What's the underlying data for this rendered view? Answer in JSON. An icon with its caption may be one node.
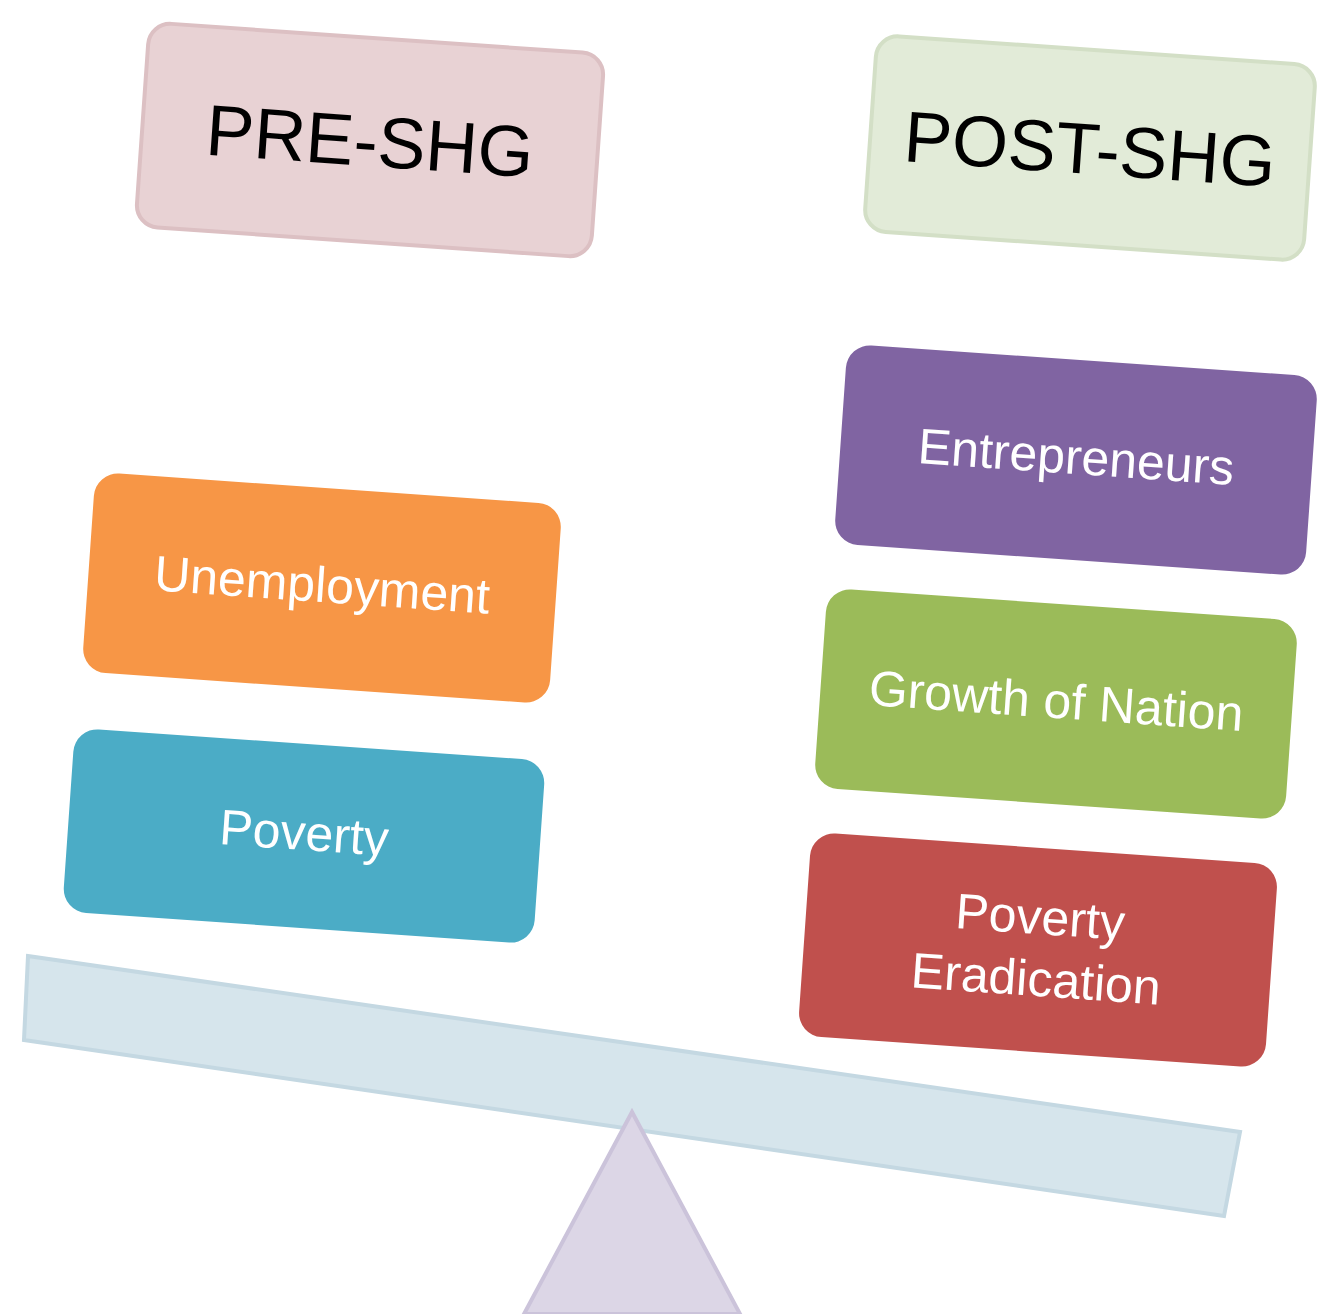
{
  "diagram": {
    "nodes": [
      {
        "text": [
          "PRE-SHG"
        ]
      },
      {
        "text": [
          "POST-SHG"
        ]
      },
      {
        "text": [
          "Unemployment"
        ]
      },
      {
        "text": [
          "Poverty"
        ]
      },
      {
        "text": [
          "Entrepreneurs"
        ]
      },
      {
        "text": [
          "Growth of Nation"
        ]
      },
      {
        "text": [
          "Poverty Eradication"
        ]
      },
      {
        "text": [],
        "shape": "bar"
      },
      {
        "text": [],
        "shape": "triangle"
      }
    ]
  }
}
